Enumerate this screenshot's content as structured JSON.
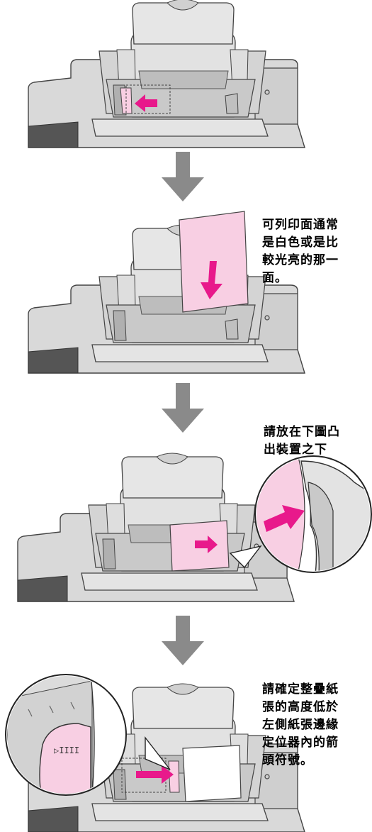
{
  "notes": {
    "printable_side": "可列印面通常\n是白色或是比\n較光亮的那一\n面。",
    "under_tab": "請放在下圖凸\n出裝置之下",
    "stack_height": "請確定整疊紙\n張的高度低於\n左側紙張邊緣\n定位器內的箭\n頭符號。"
  },
  "colors": {
    "printer_body": "#d6d6d6",
    "printer_shadow": "#8c8c8c",
    "outline": "#4a4a4a",
    "paper_pink": "#f8cfe3",
    "arrow_magenta": "#e8198b",
    "step_arrow": "#8a8a8a"
  },
  "icons": [
    "step-down-arrow-icon",
    "insert-direction-arrow-icon",
    "slide-guide-arrow-icon"
  ],
  "callouts": {
    "guide_mark_text": "▷IIII"
  }
}
